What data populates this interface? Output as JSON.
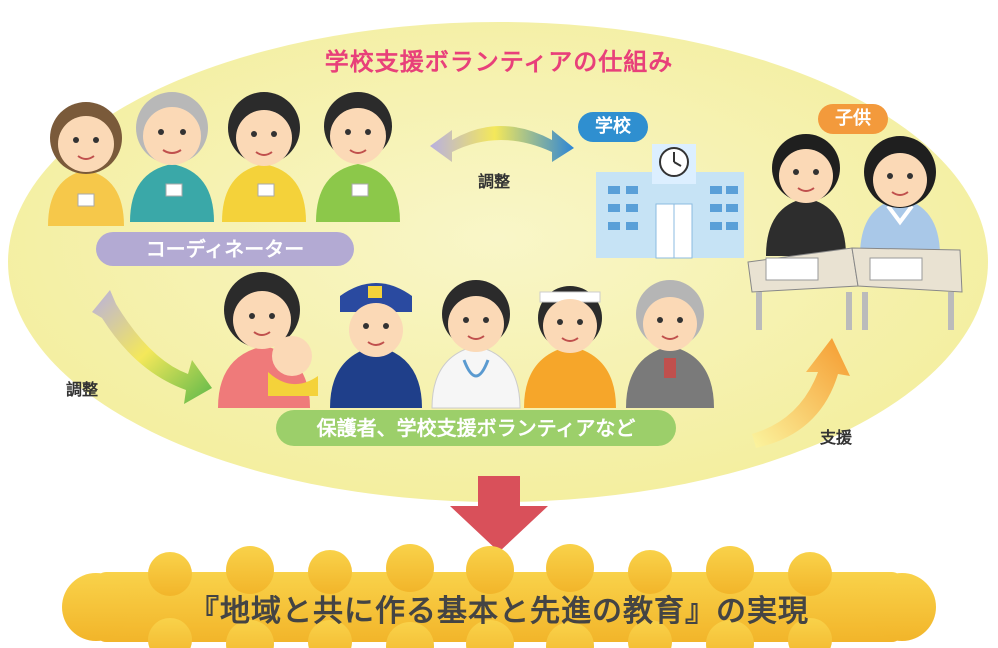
{
  "diagram": {
    "title": "学校支援ボランティアの仕組み",
    "coordinator_label": "コーディネーター",
    "school_label": "学校",
    "children_label": "子供",
    "volunteers_label": "保護者、学校支援ボランティアなど",
    "adjust_label_top": "調整",
    "adjust_label_left": "調整",
    "support_label": "支援",
    "result_text": "『地域と共に作る基本と先進の教育』の実現",
    "colors": {
      "ellipse": "#f7f3b8",
      "title": "#e8407a",
      "coordinator_pill": "#b3aad3",
      "school_pill": "#2f8fd0",
      "children_pill": "#f39a3c",
      "volunteers_pill": "#9ccf6a",
      "down_arrow": "#d9505a",
      "result_cloud": "#f6c23a"
    }
  }
}
